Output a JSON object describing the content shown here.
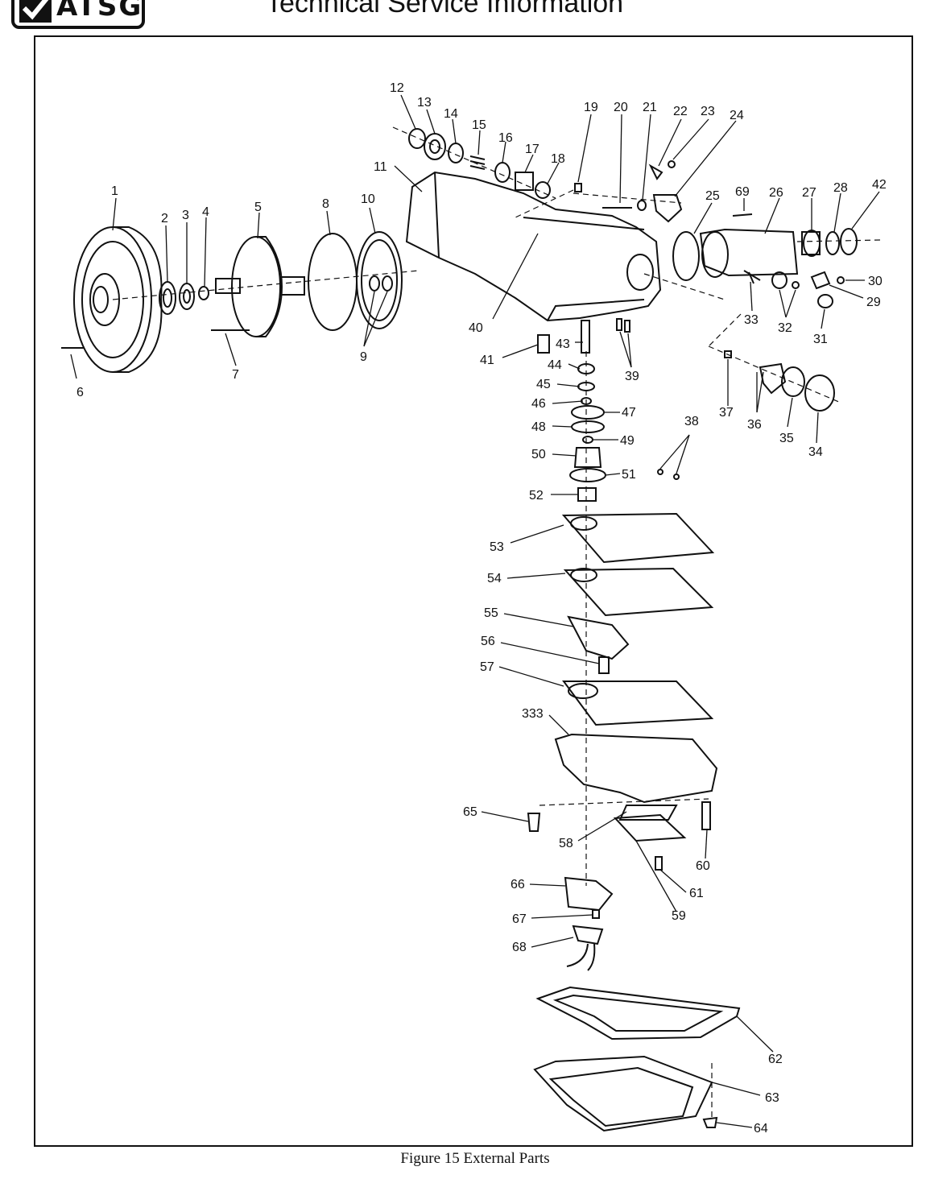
{
  "header": {
    "logo_text": "ATSG",
    "title": "Technical Service Information"
  },
  "caption": "Figure 15 External Parts",
  "callouts": [
    {
      "id": "c1",
      "label": "1"
    },
    {
      "id": "c2",
      "label": "2"
    },
    {
      "id": "c3",
      "label": "3"
    },
    {
      "id": "c4",
      "label": "4"
    },
    {
      "id": "c5",
      "label": "5"
    },
    {
      "id": "c6",
      "label": "6"
    },
    {
      "id": "c7",
      "label": "7"
    },
    {
      "id": "c8",
      "label": "8"
    },
    {
      "id": "c9",
      "label": "9"
    },
    {
      "id": "c10",
      "label": "10"
    },
    {
      "id": "c11",
      "label": "11"
    },
    {
      "id": "c12",
      "label": "12"
    },
    {
      "id": "c13",
      "label": "13"
    },
    {
      "id": "c14",
      "label": "14"
    },
    {
      "id": "c15",
      "label": "15"
    },
    {
      "id": "c16",
      "label": "16"
    },
    {
      "id": "c17",
      "label": "17"
    },
    {
      "id": "c18",
      "label": "18"
    },
    {
      "id": "c19",
      "label": "19"
    },
    {
      "id": "c20",
      "label": "20"
    },
    {
      "id": "c21",
      "label": "21"
    },
    {
      "id": "c22",
      "label": "22"
    },
    {
      "id": "c23",
      "label": "23"
    },
    {
      "id": "c24",
      "label": "24"
    },
    {
      "id": "c25",
      "label": "25"
    },
    {
      "id": "c26",
      "label": "26"
    },
    {
      "id": "c27",
      "label": "27"
    },
    {
      "id": "c28",
      "label": "28"
    },
    {
      "id": "c29",
      "label": "29"
    },
    {
      "id": "c30",
      "label": "30"
    },
    {
      "id": "c31",
      "label": "31"
    },
    {
      "id": "c32",
      "label": "32"
    },
    {
      "id": "c33",
      "label": "33"
    },
    {
      "id": "c34",
      "label": "34"
    },
    {
      "id": "c35",
      "label": "35"
    },
    {
      "id": "c36",
      "label": "36"
    },
    {
      "id": "c37",
      "label": "37"
    },
    {
      "id": "c38",
      "label": "38"
    },
    {
      "id": "c39",
      "label": "39"
    },
    {
      "id": "c40",
      "label": "40"
    },
    {
      "id": "c41",
      "label": "41"
    },
    {
      "id": "c42",
      "label": "42"
    },
    {
      "id": "c43",
      "label": "43"
    },
    {
      "id": "c44",
      "label": "44"
    },
    {
      "id": "c45",
      "label": "45"
    },
    {
      "id": "c46",
      "label": "46"
    },
    {
      "id": "c47",
      "label": "47"
    },
    {
      "id": "c48",
      "label": "48"
    },
    {
      "id": "c49",
      "label": "49"
    },
    {
      "id": "c50",
      "label": "50"
    },
    {
      "id": "c51",
      "label": "51"
    },
    {
      "id": "c52",
      "label": "52"
    },
    {
      "id": "c53",
      "label": "53"
    },
    {
      "id": "c54",
      "label": "54"
    },
    {
      "id": "c55",
      "label": "55"
    },
    {
      "id": "c56",
      "label": "56"
    },
    {
      "id": "c57",
      "label": "57"
    },
    {
      "id": "c333",
      "label": "333"
    },
    {
      "id": "c58",
      "label": "58"
    },
    {
      "id": "c59",
      "label": "59"
    },
    {
      "id": "c60",
      "label": "60"
    },
    {
      "id": "c61",
      "label": "61"
    },
    {
      "id": "c62",
      "label": "62"
    },
    {
      "id": "c63",
      "label": "63"
    },
    {
      "id": "c64",
      "label": "64"
    },
    {
      "id": "c65",
      "label": "65"
    },
    {
      "id": "c66",
      "label": "66"
    },
    {
      "id": "c67",
      "label": "67"
    },
    {
      "id": "c68",
      "label": "68"
    },
    {
      "id": "c69",
      "label": "69"
    }
  ]
}
